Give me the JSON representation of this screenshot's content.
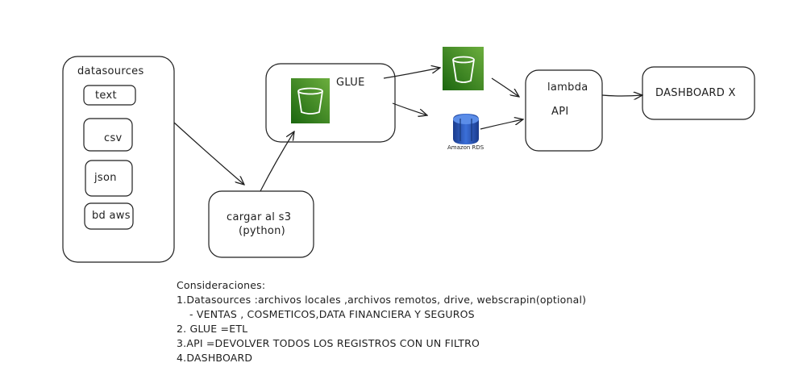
{
  "diagram": {
    "datasources": {
      "title": "datasources",
      "items": [
        "text",
        "csv",
        "json",
        "bd aws"
      ]
    },
    "cargar": {
      "line1": "cargar al s3",
      "line2": "(python)"
    },
    "glue": {
      "label": "GLUE"
    },
    "s3_icon": "s3-bucket-icon",
    "rds": {
      "label": "Amazon RDS",
      "icon": "amazon-rds-icon"
    },
    "lambda": {
      "title": "lambda",
      "sub": "API"
    },
    "dashboard": {
      "label": "DASHBOARD X"
    },
    "notes": {
      "heading": "Consideraciones:",
      "lines": [
        "1.Datasources :archivos locales ,archivos remotos, drive, webscrapin(optional)",
        "- VENTAS , COSMETICOS,DATA FINANCIERA Y SEGUROS",
        "2. GLUE =ETL",
        "3.API =DEVOLVER TODOS LOS REGISTROS CON UN FILTRO",
        "4.DASHBOARD"
      ]
    },
    "colors": {
      "stroke": "#1e1e1e",
      "s3_green_dark": "#1b660f",
      "s3_green_light": "#6cae3e",
      "rds_blue_dark": "#1a3b8c",
      "rds_blue_light": "#3b6fd8"
    }
  }
}
